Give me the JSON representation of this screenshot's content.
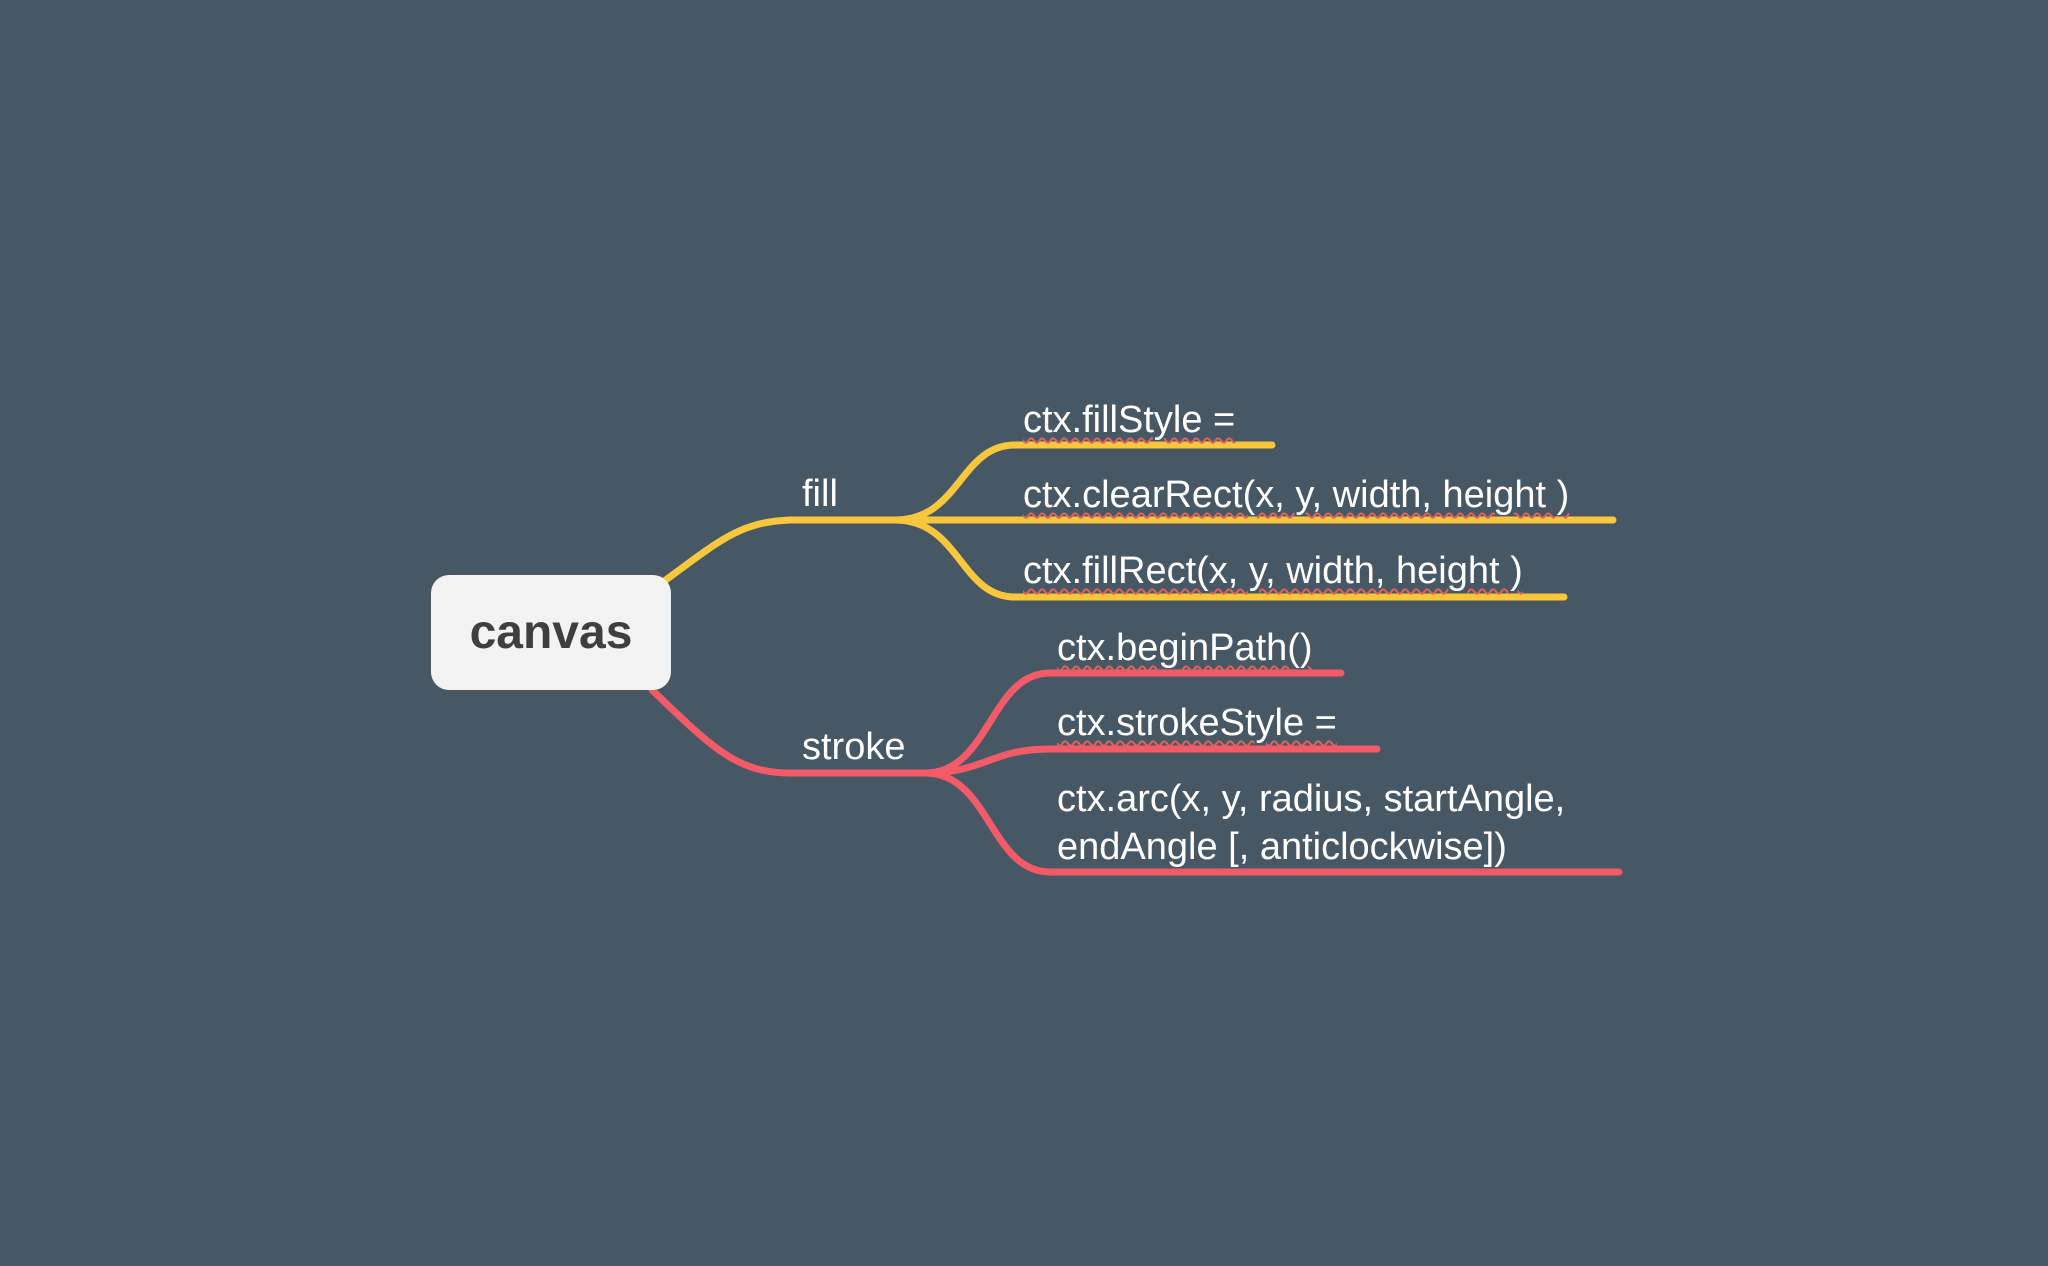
{
  "root": {
    "label": "canvas"
  },
  "branches": [
    {
      "name": "fill",
      "label": "fill",
      "color": "#f9c73d",
      "children": [
        {
          "label": "ctx.fillStyle ="
        },
        {
          "label": "ctx.clearRect(x, y, width, height )"
        },
        {
          "label": "ctx.fillRect(x, y, width, height )"
        }
      ]
    },
    {
      "name": "stroke",
      "label": "stroke",
      "color": "#f45b69",
      "children": [
        {
          "label": "ctx.beginPath()"
        },
        {
          "label": "ctx.strokeStyle ="
        },
        {
          "label_line1": "ctx.arc(x, y, radius, startAngle,",
          "label_line2": "endAngle [, anticlockwise])"
        }
      ]
    }
  ],
  "colors": {
    "background": "#475864",
    "root_fill": "#f3f3f3",
    "root_text": "#3f3f3f",
    "spellcheck_underline": "#e0625d"
  }
}
